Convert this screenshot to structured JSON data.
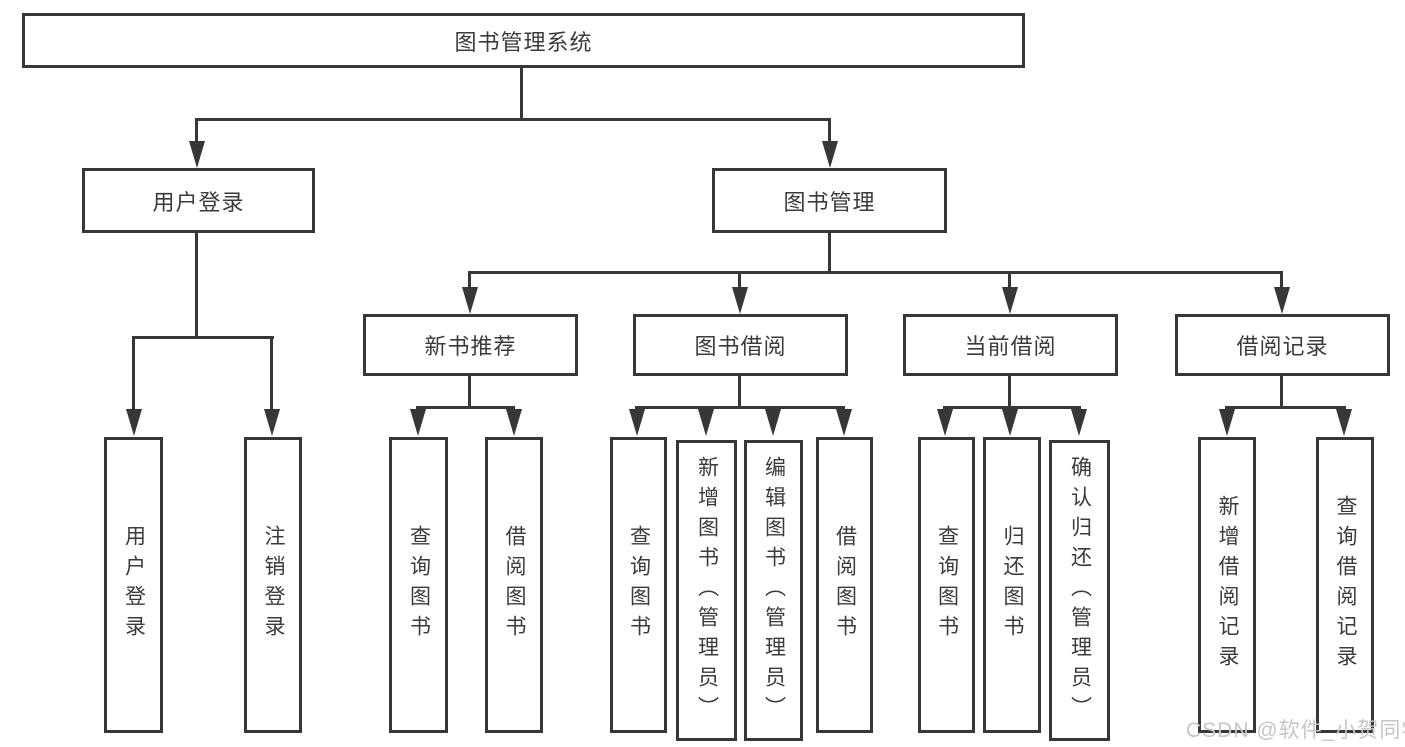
{
  "watermark": "CSDN @软件_小贺同学",
  "nodes": {
    "root": "图书管理系统",
    "user_login": "用户登录",
    "book_mgmt": "图书管理",
    "user_login_children": [
      "用户登录",
      "注销登录"
    ],
    "book_mgmt_children": [
      "新书推荐",
      "图书借阅",
      "当前借阅",
      "借阅记录"
    ],
    "new_book_children": [
      "查询图书",
      "借阅图书"
    ],
    "borrow_children": [
      "查询图书",
      "新增图书（管理员）",
      "编辑图书（管理员）",
      "借阅图书"
    ],
    "current_children": [
      "查询图书",
      "归还图书",
      "确认归还（管理员）"
    ],
    "record_children": [
      "新增借阅记录",
      "查询借阅记录"
    ]
  }
}
